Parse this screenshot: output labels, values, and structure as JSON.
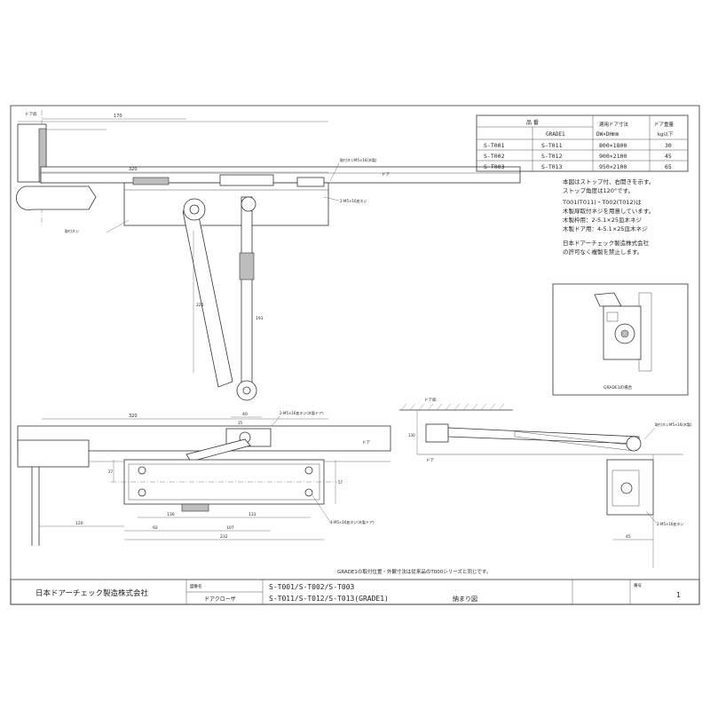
{
  "spec_table": {
    "headers": {
      "model": "品 番",
      "grade": "GRADE1",
      "size_line1": "適用ドア寸法",
      "size_line2": "DW×DHmm",
      "weight_line1": "ドア重量",
      "weight_line2": "kg以下"
    },
    "rows": [
      {
        "model": "S-T001",
        "grade": "S-T011",
        "size": "800×1800",
        "weight": "30"
      },
      {
        "model": "S-T002",
        "grade": "S-T012",
        "size": "900×2100",
        "weight": "45"
      },
      {
        "model": "S-T003",
        "grade": "S-T013",
        "size": "950×2100",
        "weight": "65"
      }
    ]
  },
  "notes": {
    "lines": [
      "本図はストップ付、右開きを示す。",
      "ストップ角度は120°です。",
      "T001(T011)・T002(T012)は",
      "木製扉取付ネジを用意しています。",
      "木製枠用：2-5.1×25皿木ネジ",
      "木製ドア用：4-5.1×25皿木ネジ"
    ],
    "caution_lines": [
      "日本ドアーチェック製造株式会社",
      "の許可なく複製を禁止します。"
    ]
  },
  "inset": {
    "caption": "GRADE1の場合"
  },
  "labels": {
    "top_dim_170": "170",
    "top_dim_320": "320",
    "label_frame": "ドア枠",
    "label_door": "ドア",
    "label_screw_top": "取付ネジM5×16(木製)",
    "label_screw_top2": "2-M5×16皿ネジ",
    "label_arm_note": "取付ネジ",
    "arm_dim_225": "225",
    "arm_dim_193": "193",
    "front_dim_320": "320",
    "front_dim_40": "40",
    "front_dim_15": "15",
    "front_dim_130": "130",
    "front_dim_131": "131",
    "front_dim_92": "92",
    "front_dim_107": "107",
    "front_dim_232": "232",
    "front_dim_120": "120",
    "front_dim_27": "27",
    "front_dim_57": "57",
    "front_label_screw": "2-M5×16皿ネジ(木製ドア)",
    "front_label_bolt": "4-M5×16皿ネジ(木製ドア)",
    "front_label_door": "ドア",
    "side_label_frame": "ドア枠",
    "side_label_door": "ドア",
    "side_dim_45": "45",
    "side_dim_130": "130",
    "side_label_screw": "取付ネジM5×16(木製)",
    "side_label_screw2": "2-M5×16皿ネジ"
  },
  "footer_note": "GRADE1の取付位置・外観寸法は従来品のT000シリーズと同じです。",
  "title_block": {
    "company": "日本ドアーチェック製造株式会社",
    "name_label": "図番名",
    "product_label": "ドアクローザ",
    "model_line1": "S-T001/S-T002/S-T003",
    "model_line2": "S-T011/S-T012/S-T013(GRADE1)",
    "drawing_type": "納まり図",
    "sheet_label": "番号",
    "sheet_value": "1"
  }
}
